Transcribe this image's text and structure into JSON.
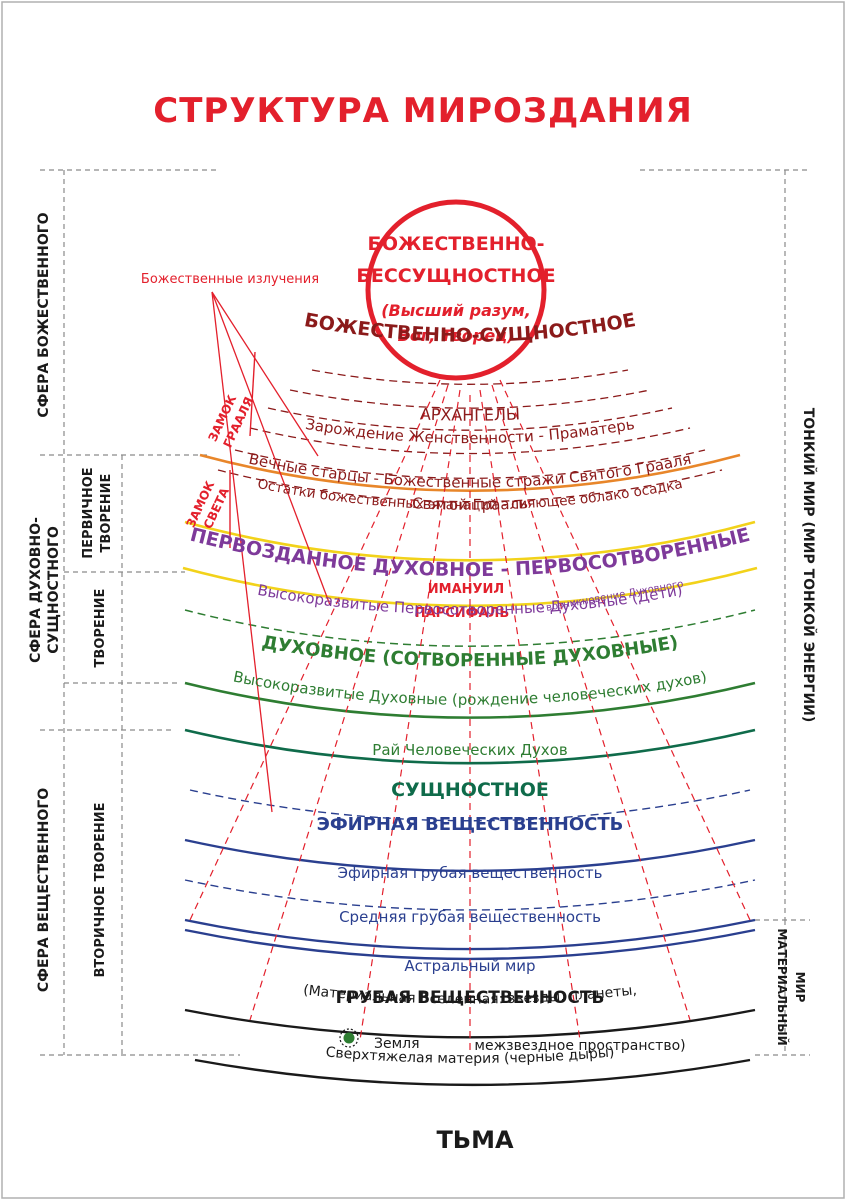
{
  "title": "СТРУКТУРА МИРОЗДАНИЯ",
  "bottom_label": "ТЬМА",
  "center": {
    "line1": "БОЖЕСТВЕННО-",
    "line2": "БЕССУЩНОСТНОЕ",
    "line3": "(Высший разум,",
    "line4": "Бог, Творец)"
  },
  "radiation_label": "Божественные излучения",
  "castles": {
    "grail_1": "ЗАМОК",
    "grail_2": "ГРААЛЯ",
    "light_1": "ЗАМОК",
    "light_2": "СВЕТА"
  },
  "left_labels": {
    "sphere_divine": "СФЕРА БОЖЕСТВЕННОГО",
    "sphere_spirit_1": "СФЕРА ДУХОВНО-",
    "sphere_spirit_2": "СУЩНОСТНОГО",
    "sphere_material": "СФЕРА ВЕЩЕСТВЕННОГО",
    "primary_1": "ПЕРВИЧНОЕ",
    "primary_2": "ТВОРЕНИЕ",
    "creation": "ТВОРЕНИЕ",
    "secondary": "ВТОРИЧНОЕ ТВОРЕНИЕ"
  },
  "right_labels": {
    "subtle": "ТОНКИЙ МИР (МИР ТОНКОЙ ЭНЕРГИИ)",
    "material_1": "МАТЕРИАЛЬНЫЙ",
    "material_2": "МИР"
  },
  "layers": {
    "divine_essential": "БОЖЕСТВЕННО-СУЩНОСТНОЕ",
    "archangels": "АРХАНГЕЛЫ",
    "feminine": "Зарождение Женственности - Праматерь",
    "grail": "Святой Грааль",
    "elders": "Вечные старцы - Божественные стражи Святого Грааля",
    "remnants": "Остатки божественных эманаций - сияющее облако осадка",
    "imanuil": "ИМАНУИЛ",
    "parsifal": "ПАРСИФАЛЬ",
    "parsifal_note": "- возникновение Духовного",
    "primordial": "ПЕРВОЗДАННОЕ ДУХОВНОЕ - ПЕРВОСОТВОРЕННЫЕ",
    "highly_primordial": "Высокоразвитые Первосотворенные Духовные (Дети)",
    "spiritual": "ДУХОВНОЕ (СОТВОРЕННЫЕ ДУХОВНЫЕ)",
    "highly_spiritual": "Высокоразвитые Духовные (рождение человеческих духов)",
    "paradise": "Рай Человеческих Духов",
    "essential": "СУЩНОСТНОЕ",
    "ether": "ЭФИРНАЯ ВЕЩЕСТВЕННОСТЬ",
    "ether_coarse": "Эфирная грубая вещественность",
    "middle_coarse": "Средняя грубая вещественность",
    "astral": "Астральный мир",
    "coarse": "ГРУБАЯ ВЕЩЕСТВЕННОСТЬ",
    "universe": "(Материальная Вселенная: звезды, планеты,",
    "universe_2": "межзвездное пространство)",
    "earth": "Земля",
    "superheavy": "Сверхтяжелая материя (черные дыры)"
  },
  "colors": {
    "red": "#e3202c",
    "maroon": "#8b1a1a",
    "orange": "#e8862a",
    "yellow": "#f2d21a",
    "purple": "#7e3a9a",
    "green": "#2e7d32",
    "teal": "#0f6b4a",
    "blue": "#2a3f8f",
    "black": "#1a1a1a",
    "gray": "#8a8a8a"
  }
}
